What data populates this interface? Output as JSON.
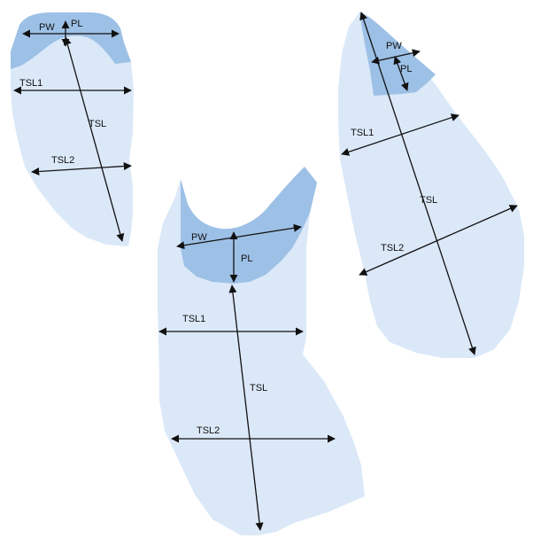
{
  "colors": {
    "background": "#ffffff",
    "shape_fill": "#dbe8f8",
    "cap_fill": "#9dc0e6",
    "line": "#111111"
  },
  "diagrams": [
    {
      "id": "left",
      "labels": {
        "pw": "PW",
        "pl": "PL",
        "tsl1": "TSL1",
        "tsl": "TSL",
        "tsl2": "TSL2"
      }
    },
    {
      "id": "center",
      "labels": {
        "pw": "PW",
        "pl": "PL",
        "tsl1": "TSL1",
        "tsl": "TSL",
        "tsl2": "TSL2"
      }
    },
    {
      "id": "right",
      "labels": {
        "pw": "PW",
        "pl": "PL",
        "tsl1": "TSL1",
        "tsl": "TSL",
        "tsl2": "TSL2"
      }
    }
  ]
}
